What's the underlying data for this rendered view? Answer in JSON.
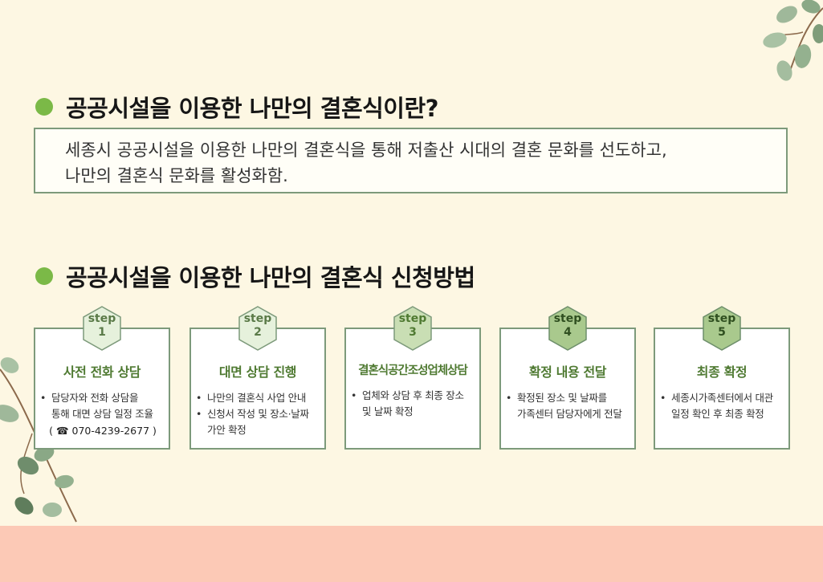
{
  "section1": {
    "title": "공공시설을 이용한 나만의 결혼식이란?",
    "desc_line1": "세종시 공공시설을 이용한 나만의 결혼식을 통해 저출산 시대의 결혼 문화를 선도하고,",
    "desc_line2": "나만의 결혼식 문화를 활성화함."
  },
  "section2": {
    "title": "공공시설을 이용한 나만의 결혼식 신청방법"
  },
  "steps": [
    {
      "label": "step",
      "num": "1",
      "title": "사전 전화 상담",
      "items": [
        [
          "담당자와 전화 상담을",
          "통해 대면 상담 일정 조율"
        ]
      ],
      "phone": "( ☎ 070-4239-2677 )"
    },
    {
      "label": "step",
      "num": "2",
      "title": "대면 상담 진행",
      "items": [
        [
          "나만의 결혼식 사업 안내"
        ],
        [
          "신청서 작성 및 장소·날짜",
          "가안 확정"
        ]
      ]
    },
    {
      "label": "step",
      "num": "3",
      "title": "결혼식공간조성업체상담",
      "items": [
        [
          "업체와 상담 후 최종 장소",
          "및 날짜 확정"
        ]
      ]
    },
    {
      "label": "step",
      "num": "4",
      "title": "확정 내용 전달",
      "items": [
        [
          "확정된 장소 및 날짜를",
          "가족센터 담당자에게 전달"
        ]
      ]
    },
    {
      "label": "step",
      "num": "5",
      "title": "최종 확정",
      "items": [
        [
          "세종시가족센터에서 대관",
          "일정 확인 후 최종 확정"
        ]
      ]
    }
  ],
  "colors": {
    "background": "#fdf7e3",
    "accent_green": "#7bb947",
    "title_green": "#4f7a32",
    "bottom_band": "#fcc9b6"
  }
}
